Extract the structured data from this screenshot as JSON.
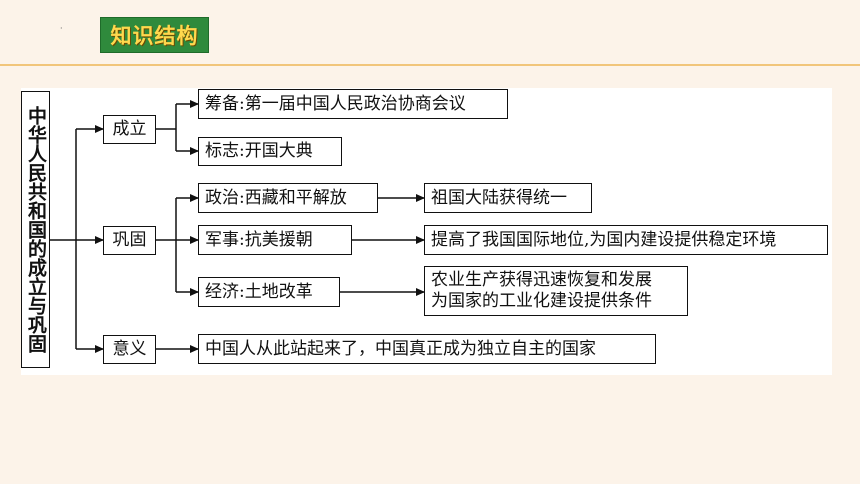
{
  "header": {
    "title": "知识结构"
  },
  "diagram": {
    "root": "中华人民共和国的成立与巩固",
    "branches": {
      "establish": {
        "label": "成立",
        "items": [
          "筹备:第一届中国人民政治协商会议",
          "标志:开国大典"
        ]
      },
      "consolidate": {
        "label": "巩固",
        "items": [
          {
            "text": "政治:西藏和平解放",
            "result": "祖国大陆获得统一"
          },
          {
            "text": "军事:抗美援朝",
            "result": "提高了我国国际地位,为国内建设提供稳定环境"
          },
          {
            "text": "经济:土地改革",
            "result_lines": [
              "农业生产获得迅速恢复和发展",
              "为国家的工业化建设提供条件"
            ]
          }
        ]
      },
      "significance": {
        "label": "意义",
        "text": "中国人从此站起来了，中国真正成为独立自主的国家"
      }
    }
  },
  "colors": {
    "background": "#fcf3e9",
    "accent_rule": "#f1c57a",
    "title_bg": "#2f8a3c",
    "title_text": "#ffd84d"
  }
}
